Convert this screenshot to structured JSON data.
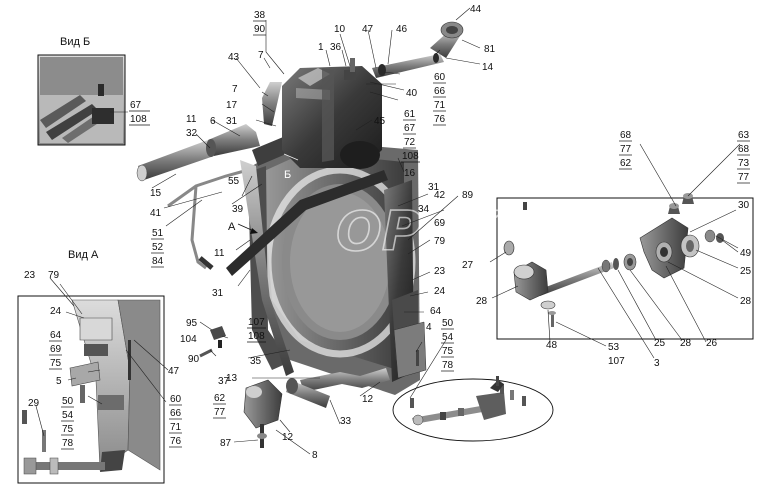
{
  "views": {
    "view_b": "Вид Б",
    "view_a": "Вид А",
    "arrow_a": "А",
    "arrow_b": "Б"
  },
  "watermark": "OPEX",
  "labels": {
    "l1": "1",
    "l3": "3",
    "l4": "4",
    "l5": "5",
    "l6": "6",
    "l7a": "7",
    "l7b": "7",
    "l8": "8",
    "l10": "10",
    "l11a": "11",
    "l11b": "11",
    "l12a": "12",
    "l12b": "12",
    "l13": "13",
    "l14": "14",
    "l15": "15",
    "l16": "16",
    "l17": "17",
    "l23a": "23",
    "l23b": "23",
    "l24a": "24",
    "l24b": "24",
    "l25a": "25",
    "l25b": "25",
    "l26": "26",
    "l27": "27",
    "l28a": "28",
    "l28b": "28",
    "l28c": "28",
    "l29": "29",
    "l30": "30",
    "l31a": "31",
    "l31b": "31",
    "l31c": "31",
    "l32": "32",
    "l33": "33",
    "l34": "34",
    "l35": "35",
    "l36": "36",
    "l37": "37",
    "l39": "39",
    "l40": "40",
    "l41": "41",
    "l42": "42",
    "l43": "43",
    "l44": "44",
    "l45": "45",
    "l46": "46",
    "l47a": "47",
    "l47b": "47",
    "l48": "48",
    "l49": "49",
    "l53": "53",
    "l55": "55",
    "l64a": "64",
    "l79a": "79",
    "l79b": "79",
    "l81": "81",
    "l87": "87",
    "l89": "89",
    "l90": "90",
    "l95": "95",
    "l104": "104",
    "l107": "107",
    "l69": "69"
  },
  "stacks": {
    "s38_90": [
      "38",
      "90"
    ],
    "s60_66_71_76": [
      "60",
      "66",
      "71",
      "76"
    ],
    "s61_67_72_108": [
      "61",
      "67",
      "72",
      "108"
    ],
    "s51_52_84": [
      "51",
      "52",
      "84"
    ],
    "s107_108": [
      "107",
      "108"
    ],
    "s62_77": [
      "62",
      "77"
    ],
    "s50_54_75_78_a": [
      "50",
      "54",
      "75",
      "78"
    ],
    "s68_77_62": [
      "68",
      "77",
      "62"
    ],
    "s63_68_73_77": [
      "63",
      "68",
      "73",
      "77"
    ],
    "s64_69_75": [
      "64",
      "69",
      "75"
    ],
    "s50_54_75_78_b": [
      "50",
      "54",
      "75",
      "78"
    ],
    "s60_66_71_76_b": [
      "60",
      "66",
      "71",
      "76"
    ],
    "s67_108": [
      "67",
      "108"
    ]
  }
}
